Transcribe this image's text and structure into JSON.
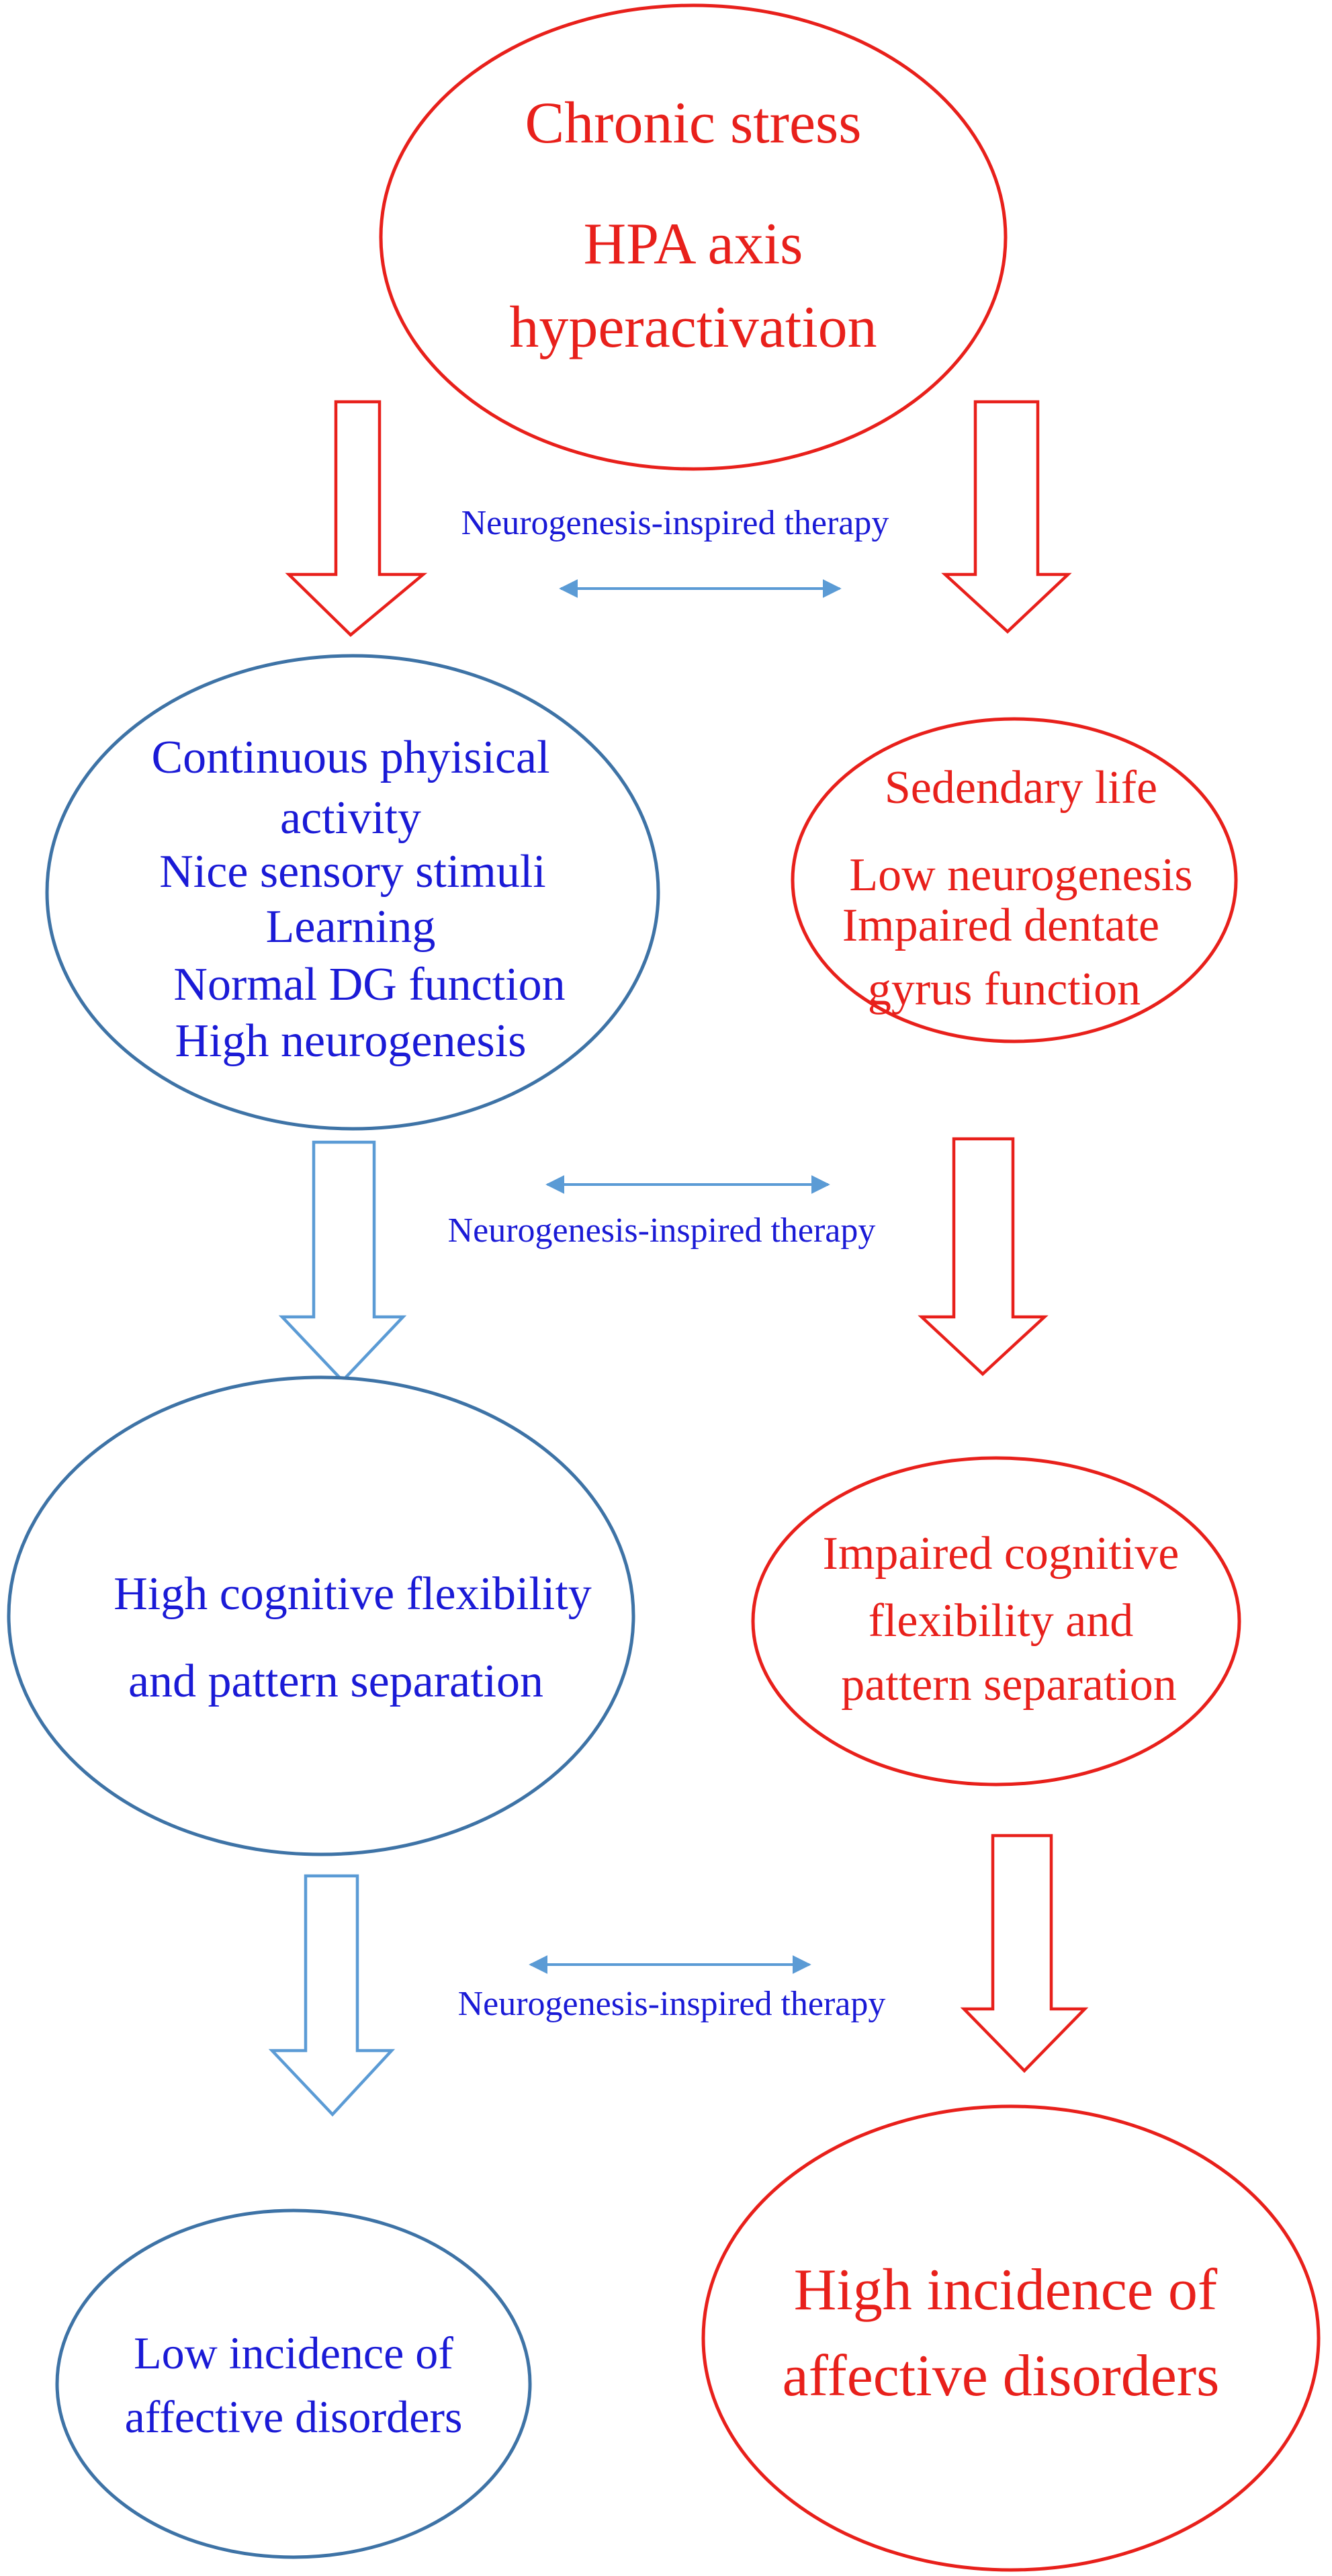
{
  "colors": {
    "red": "#e8201b",
    "blue_text": "#1a1ad6",
    "blue_outline": "#3e73a6",
    "light_blue": "#5b9bd5"
  },
  "top": {
    "lines": [
      "Chronic stress",
      "HPA axis",
      "hyperactivation"
    ]
  },
  "therapy_label": "Neurogenesis-inspired therapy",
  "left": {
    "level1": [
      "Continuous phyisical",
      "activity",
      "Nice sensory stimuli",
      "Learning",
      "Normal DG function",
      "High neurogenesis"
    ],
    "level2": [
      "High cognitive flexibility",
      "and pattern separation"
    ],
    "level3": [
      "Low incidence of",
      "affective disorders"
    ]
  },
  "right": {
    "level1": [
      "Sedendary life",
      "Low neurogenesis",
      "Impaired dentate",
      "gyrus function"
    ],
    "level2": [
      "Impaired cognitive",
      "flexibility and",
      "pattern separation"
    ],
    "level3": [
      "High incidence of",
      "affective disorders"
    ]
  }
}
